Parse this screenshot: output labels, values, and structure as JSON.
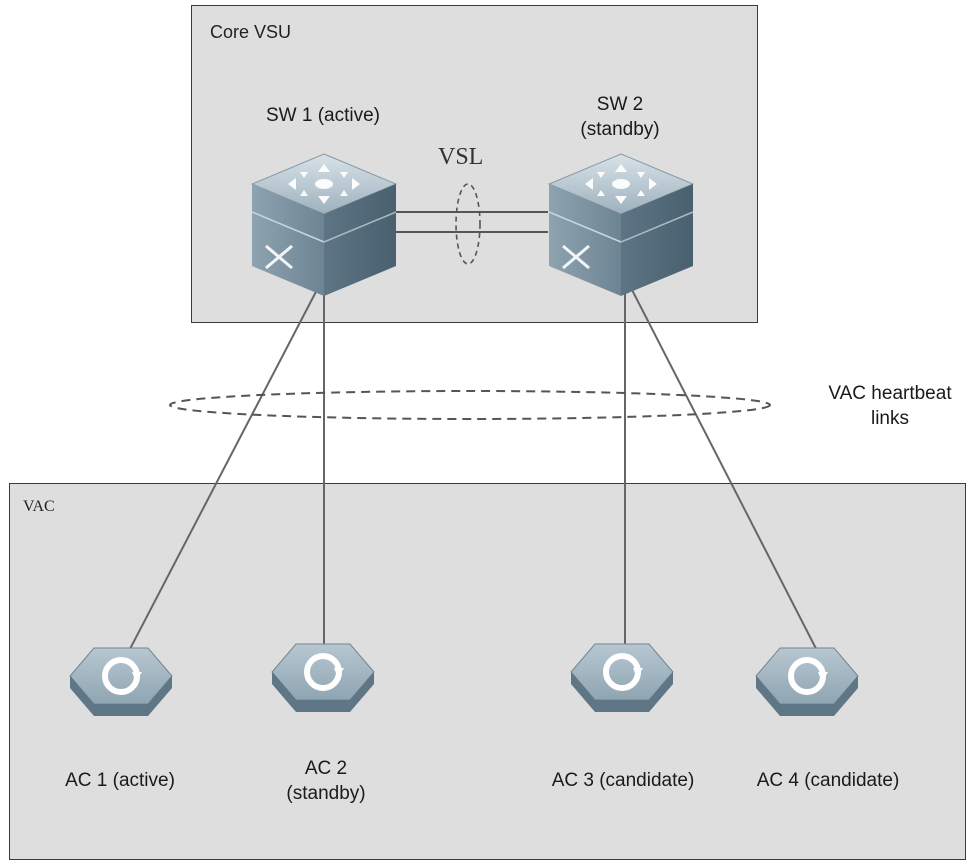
{
  "core": {
    "title": "Core VSU"
  },
  "vac": {
    "title": "VAC"
  },
  "vsl_label": "VSL",
  "heartbeat_label": "VAC heartbeat links",
  "switches": [
    {
      "label": "SW 1 (active)"
    },
    {
      "label": "SW 2 (standby)"
    }
  ],
  "acs": [
    {
      "label": "AC 1 (active)"
    },
    {
      "label": "AC 2 (standby)"
    },
    {
      "label": "AC 3 (candidate)"
    },
    {
      "label": "AC 4 (candidate)"
    }
  ],
  "colors": {
    "box_fill": "#dedede",
    "device_top": "#b9c7d1",
    "device_side": "#7e93a0",
    "line": "#555555"
  }
}
